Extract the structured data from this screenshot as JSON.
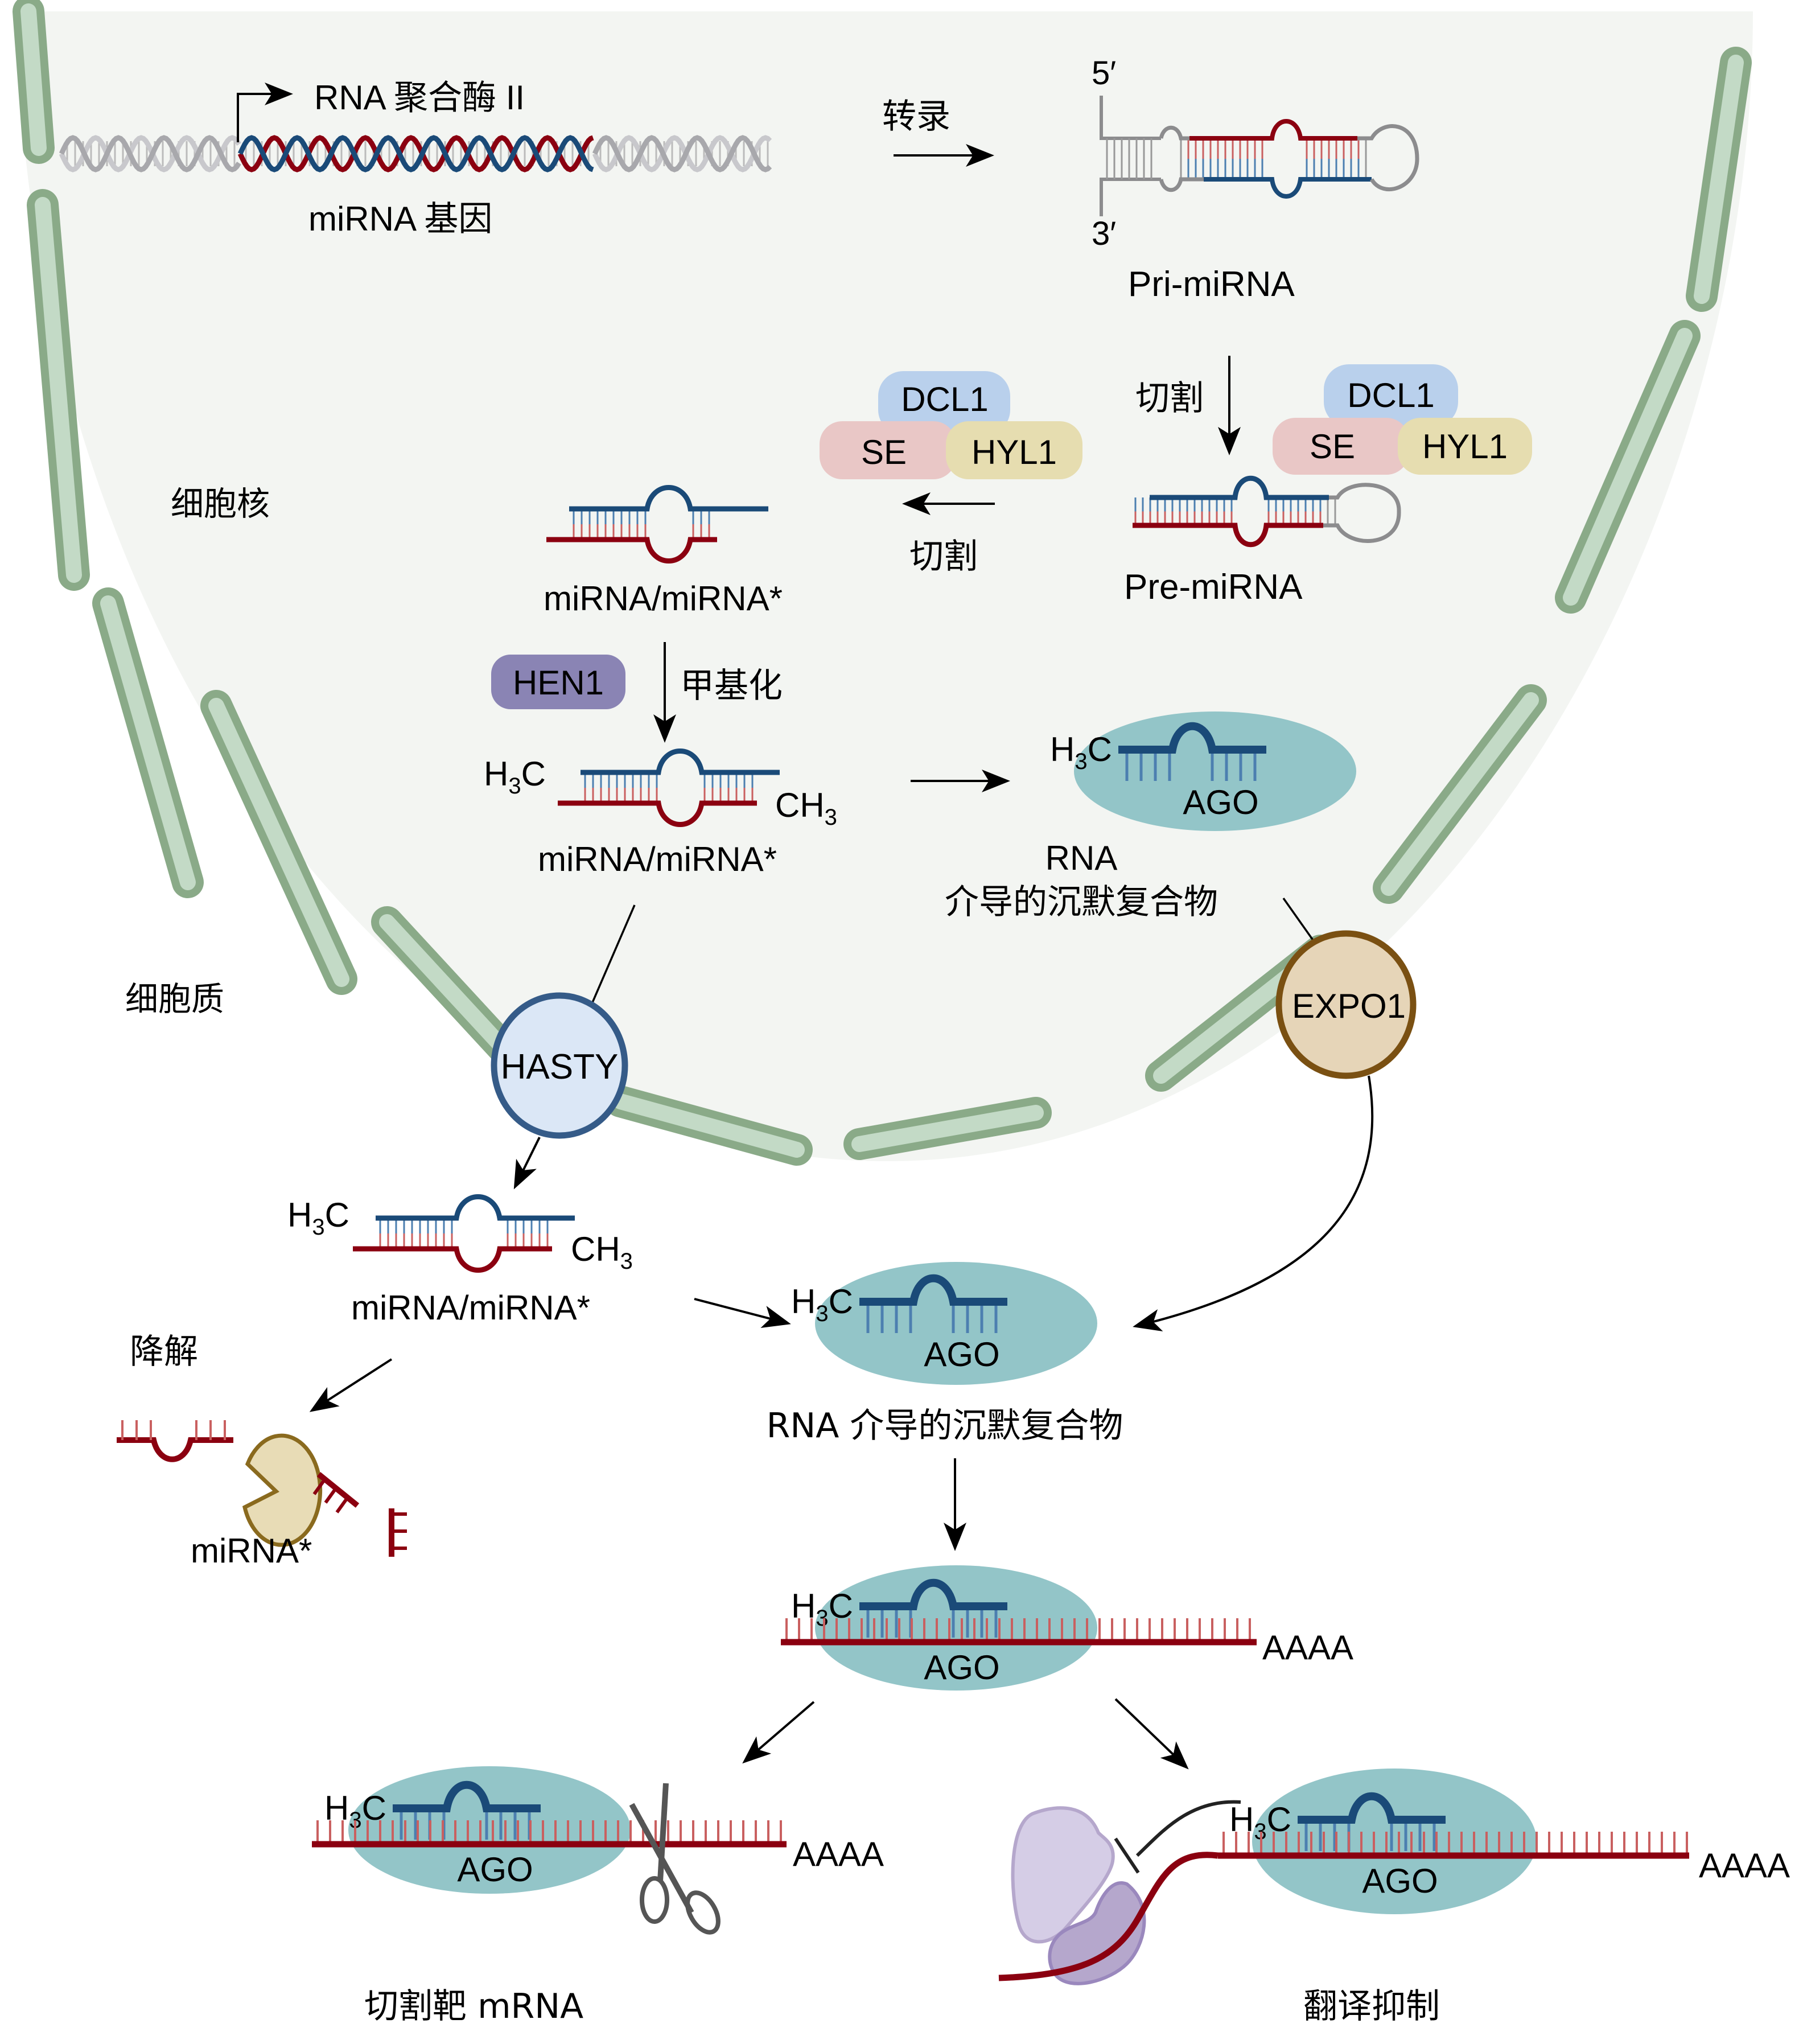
{
  "colors": {
    "nucleus_fill": "#f3f5f2",
    "membrane_outer": "#8aaa88",
    "membrane_inner": "#c3dac6",
    "rna_blue": "#1a4a78",
    "rna_blue_light": "#4c7fb0",
    "rna_red": "#8b0010",
    "rna_red_light": "#c96060",
    "rna_gray": "#8c8c8e",
    "dcl1": "#b9d0ec",
    "se": "#e9c7c6",
    "hyl1": "#e6ddb0",
    "hen1": "#8a84b4",
    "ago": "#93c5c8",
    "hasty_fill": "#dbe7f6",
    "hasty_stroke": "#355b88",
    "expo1_fill": "#e6d5b8",
    "expo1_stroke": "#7a5012",
    "exonuclease_fill": "#e8dcb6",
    "exonuclease_stroke": "#8a6a1e",
    "ribosome_light": "#d5cde6",
    "ribosome_dark": "#b5a7cc"
  },
  "compartments": {
    "nucleus": "细胞核",
    "cytoplasm": "细胞质"
  },
  "gene": {
    "polymerase_label": "RNA 聚合酶 II",
    "gene_label": "miRNA 基因"
  },
  "steps": {
    "transcription": "转录",
    "cleave_1": "切割",
    "cleave_2": "切割",
    "methylation": "甲基化",
    "degradation": "降解"
  },
  "pri_mirna": {
    "label": "Pri-miRNA",
    "five_prime": "5′",
    "three_prime": "3′"
  },
  "pre_mirna": {
    "label": "Pre-miRNA"
  },
  "complex_right": {
    "dcl1": "DCL1",
    "se": "SE",
    "hyl1": "HYL1"
  },
  "complex_left": {
    "dcl1": "DCL1",
    "se": "SE",
    "hyl1": "HYL1"
  },
  "duplex": {
    "label_1": "miRNA/miRNA*",
    "label_2": "miRNA/miRNA*",
    "label_3": "miRNA/miRNA*",
    "h3c": "H",
    "sub3": "3",
    "c": "C",
    "ch": "CH"
  },
  "hen1": "HEN1",
  "hasty": "HASTY",
  "expo1": "EXPO1",
  "risc_nucleus": {
    "ago": "AGO",
    "label_line1": "RNA",
    "label_line2": "介导的沉默复合物"
  },
  "risc_cytoplasm": {
    "ago": "AGO",
    "label": "RNA 介导的沉默复合物"
  },
  "target_binding": {
    "ago": "AGO",
    "polya": "AAAA"
  },
  "cleavage_outcome": {
    "ago": "AGO",
    "polya": "AAAA",
    "label": "切割靶 mRNA"
  },
  "repression_outcome": {
    "ago": "AGO",
    "polya": "AAAA",
    "label": "翻译抑制"
  },
  "star_strand": {
    "label": "miRNA*"
  }
}
